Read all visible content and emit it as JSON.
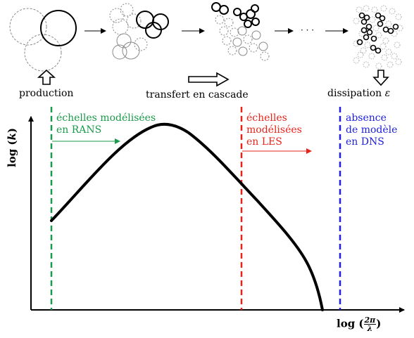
{
  "top_labels": {
    "production": "production",
    "transfer": "transfert en cascade",
    "dissipation": "dissipation",
    "epsilon": "ε"
  },
  "ellipsis": "· · ·",
  "axes": {
    "y_prefix": "log (",
    "y_var": "k",
    "y_suffix": ")",
    "x_prefix": "log (",
    "x_num": "2π",
    "x_den": "λ",
    "x_suffix": ")"
  },
  "regions": {
    "rans": {
      "line1": "échelles modélisées",
      "line2": "en RANS",
      "color": "#1a9a4a"
    },
    "les": {
      "line1": "échelles",
      "line2": "modélisées",
      "line3": "en LES",
      "color": "#e8231b"
    },
    "dns": {
      "line1": "absence",
      "line2": "de modèle",
      "line3": "en DNS",
      "color": "#2020e0"
    }
  }
}
